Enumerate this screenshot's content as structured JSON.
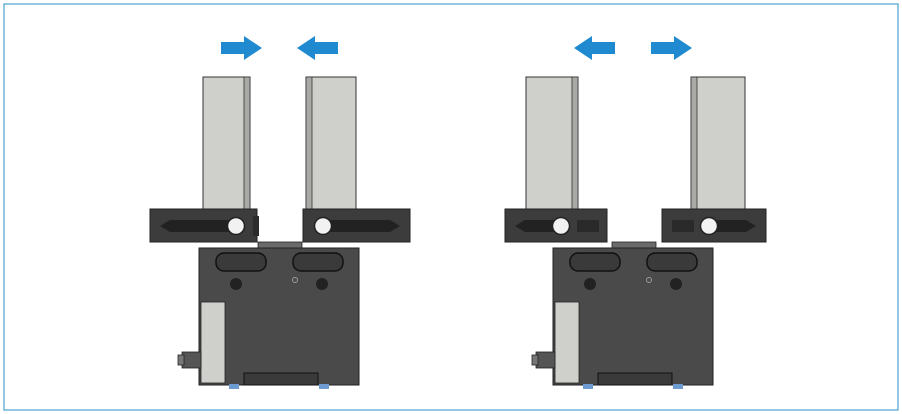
{
  "figure": {
    "frame_color": "#4aa3d6",
    "arrow_color": "#1f8ad0",
    "panels": [
      {
        "state": "closing",
        "arrows": [
          "right",
          "left"
        ]
      },
      {
        "state": "opening",
        "arrows": [
          "left",
          "right"
        ]
      }
    ],
    "colors": {
      "body": "#4a4a4a",
      "body_dark": "#3a3a3a",
      "jaw": "#cfcfcc",
      "jaw_shadow": "#a9a9a6",
      "plate": "#3c3c3c",
      "slot": "#222222",
      "pin": "#f2f2f2",
      "side_plate": "#cfcfcc",
      "foot": "#6d9bd1"
    }
  }
}
